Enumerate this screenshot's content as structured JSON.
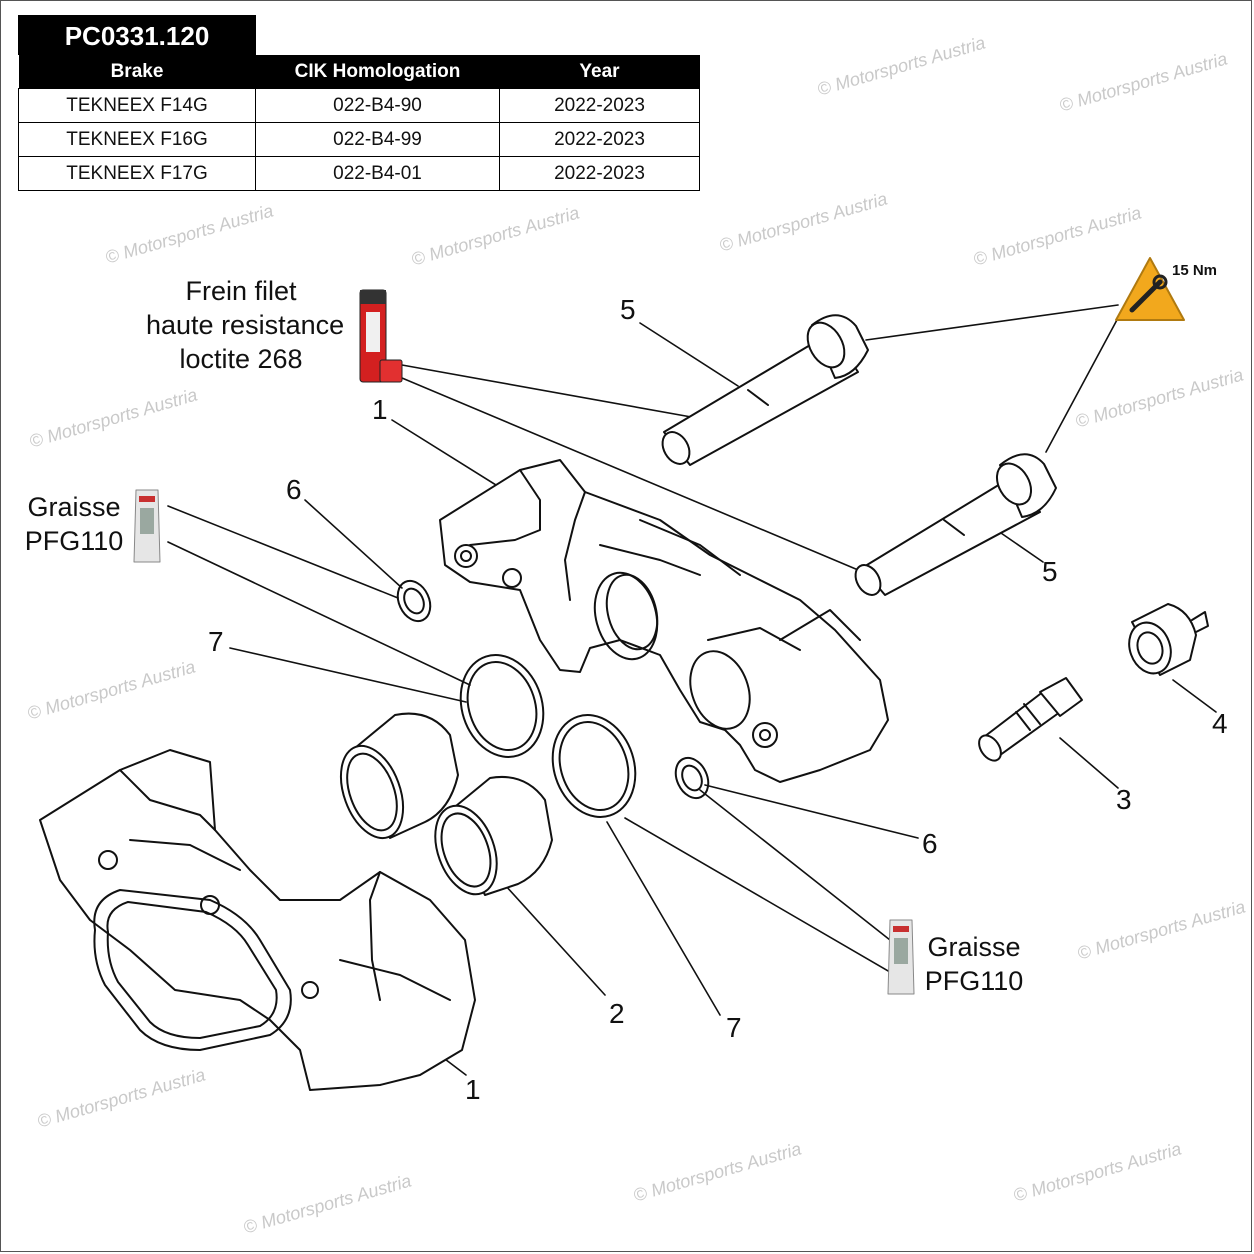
{
  "reference": "PC0331.120",
  "table": {
    "headers": [
      "Brake",
      "CIK Homologation",
      "Year"
    ],
    "rows": [
      [
        "TEKNEEX F14G",
        "022-B4-90",
        "2022-2023"
      ],
      [
        "TEKNEEX F16G",
        "022-B4-99",
        "2022-2023"
      ],
      [
        "TEKNEEX F17G",
        "022-B4-01",
        "2022-2023"
      ]
    ]
  },
  "callouts": {
    "loctite": [
      "Frein filet",
      "haute resistance",
      "loctite 268"
    ],
    "grease_left": [
      "Graisse",
      "PFG110"
    ],
    "grease_right": [
      "Graisse",
      "PFG110"
    ]
  },
  "torque": "15 Nm",
  "part_numbers": {
    "body_upper": "1",
    "body_lower": "1",
    "piston": "2",
    "bleeder": "3",
    "cap": "4",
    "bolt_upper": "5",
    "bolt_lower": "5",
    "washer_upper": "6",
    "washer_lower": "6",
    "seal_left": "7",
    "seal_right": "7"
  },
  "watermark": "© Motorsports Austria",
  "colors": {
    "loctite_red": "#d32020",
    "torque_orange": "#f2a81d",
    "line": "#111111"
  }
}
